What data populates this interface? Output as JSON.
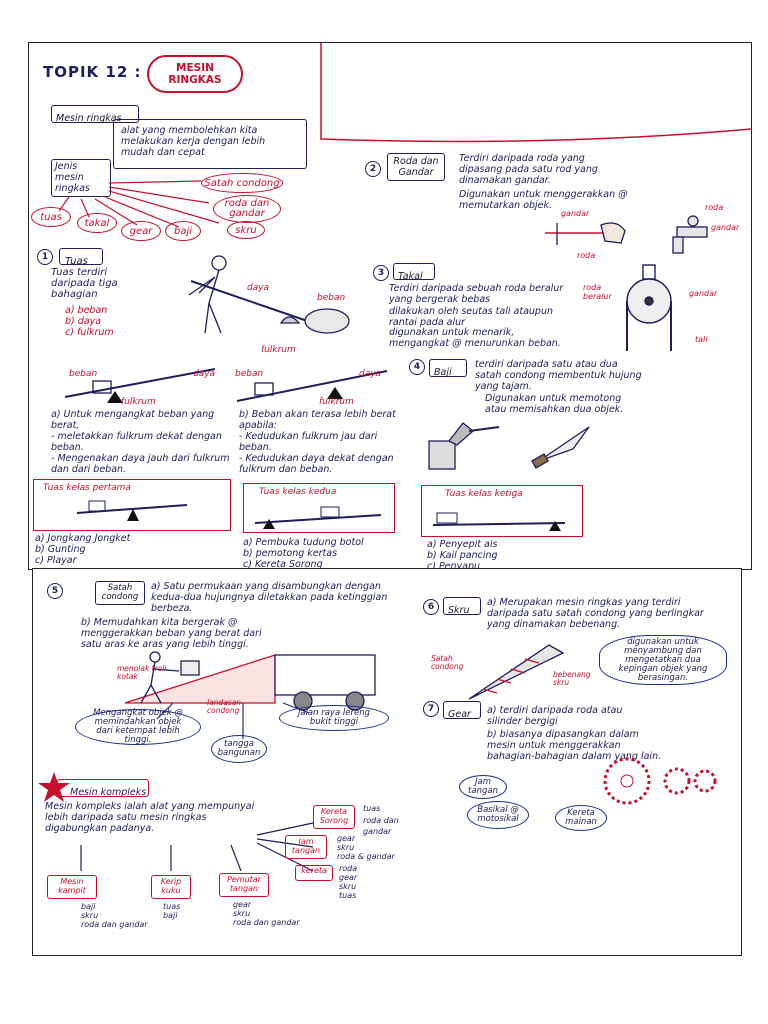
{
  "header": {
    "topic": "TOPIK 12 :",
    "title": "MESIN RINGKAS"
  },
  "definition": {
    "heading": "Mesin ringkas",
    "text": "alat yang membolehkan kita melakukan kerja dengan lebih mudah dan cepat"
  },
  "types": {
    "label": "Jenis mesin ringkas",
    "items": [
      "Satah condong",
      "roda dan gandar",
      "skru",
      "tuas",
      "takal",
      "gear",
      "baji"
    ]
  },
  "tuas": {
    "num": "1",
    "heading": "Tuas",
    "desc": "Tuas terdiri daripada tiga bahagian",
    "parts": [
      "a) beban",
      "b) daya",
      "c) fulkrum"
    ],
    "labels": {
      "daya": "daya",
      "beban": "beban",
      "fulkrum": "fulkrum"
    },
    "note_a": "a) Untuk mengangkat beban yang berat,\n- meletakkan fulkrum dekat dengan beban.\n- Mengenakan daya jauh dari fulkrum dan dari beban.",
    "note_b": "b) Beban akan terasa lebih berat apabila:\n- Kedudukan fulkrum jau dari beban.\n- Kedudukan daya dekat dengan fulkrum dan beban.",
    "class1": {
      "title": "Tuas kelas pertama",
      "items": [
        "a) Jongkang Jongket",
        "b) Gunting",
        "c) Playar"
      ]
    },
    "class2": {
      "title": "Tuas kelas kedua",
      "items": [
        "a) Pembuka tudung botol",
        "b) pemotong kertas",
        "c) Kereta Sorong"
      ]
    },
    "class3": {
      "title": "Tuas kelas ketiga",
      "items": [
        "a) Penyepit ais",
        "b) Kail pancing",
        "c) Penyapu"
      ]
    }
  },
  "roda": {
    "num": "2",
    "heading": "Roda dan Gandar",
    "desc1": "Terdiri daripada roda yang dipasang pada satu rod yang dinamakan gandar.",
    "desc2": "Digunakan untuk menggerakkan @ memutarkan objek.",
    "labels": {
      "gandar": "gandar",
      "roda": "roda",
      "roda2": "roda",
      "gandar2": "gandar"
    }
  },
  "takal": {
    "num": "3",
    "heading": "Takal",
    "desc1": "Terdiri daripada sebuah roda beralur yang bergerak bebas",
    "desc2": "dilakukan oleh seutas tali ataupun rantai pada alur",
    "desc3": "digunakan untuk menarik, mengangkat @ menurunkan beban.",
    "labels": {
      "roda": "roda beralur",
      "gandar": "gandar",
      "tali": "tali"
    }
  },
  "baji": {
    "num": "4",
    "heading": "Baji",
    "desc1": "terdiri daripada satu atau dua satah condong membentuk hujung yang tajam.",
    "desc2": "Digunakan untuk memotong atau memisahkan dua objek."
  },
  "satah": {
    "num": "5",
    "heading": "Satah condong",
    "desc_a": "a) Satu permukaan yang disambungkan dengan kedua-dua hujungnya diletakkan pada ketinggian berbeza.",
    "desc_b": "b) Memudahkan kita bergerak @ menggerakkan beban yang berat dari satu aras ke aras yang lebih tinggi.",
    "labels": {
      "menolak": "menolak troli kotak",
      "landasan": "landasan condong"
    },
    "examples": [
      "Mengangkat objek @ memindahkan objek dari ketempat lebih tinggi.",
      "tangga bangunan",
      "jalan raya lereng bukit tinggi"
    ]
  },
  "skru": {
    "num": "6",
    "heading": "Skru",
    "desc": "a) Merupakan mesin ringkas yang terdiri daripada satu satah condong yang berlingkar yang dinamakan bebenang.",
    "labels": {
      "satah": "Satah condong",
      "bebenang": "bebenang skru"
    },
    "note": "digunakan untuk menyambung dan mengetatkan dua kepingan objek yang berasingan."
  },
  "gear": {
    "num": "7",
    "heading": "Gear",
    "desc_a": "a) terdiri daripada roda atau silinder bergigi",
    "desc_b": "b) biasanya dipasangkan dalam mesin untuk menggerakkan bahagian-bahagian dalam yang lain.",
    "examples": [
      "Jam tangan",
      "Basikal @ motosikal",
      "Kereta mainan"
    ]
  },
  "kompleks": {
    "heading": "Mesin kompleks",
    "desc": "Mesin kompleks ialah alat yang mempunyai lebih daripada satu mesin ringkas digabungkan padanya.",
    "items": [
      {
        "name": "Mesin kampit",
        "parts": [
          "baji",
          "skru",
          "roda dan gandar"
        ]
      },
      {
        "name": "Kerip kuku",
        "parts": [
          "tuas",
          "baji"
        ]
      },
      {
        "name": "Pemutar tangan",
        "parts": [
          "gear",
          "skru",
          "roda dan gandar"
        ]
      }
    ],
    "right": [
      {
        "name": "Kereta Sorong",
        "parts": [
          "tuas",
          "roda dan gandar"
        ]
      },
      {
        "name": "Jam tangan",
        "parts": [
          "gear",
          "skru",
          "roda & gandar"
        ]
      },
      {
        "name": "kereta",
        "parts": [
          "roda",
          "gear",
          "skru",
          "tuas"
        ]
      }
    ]
  }
}
